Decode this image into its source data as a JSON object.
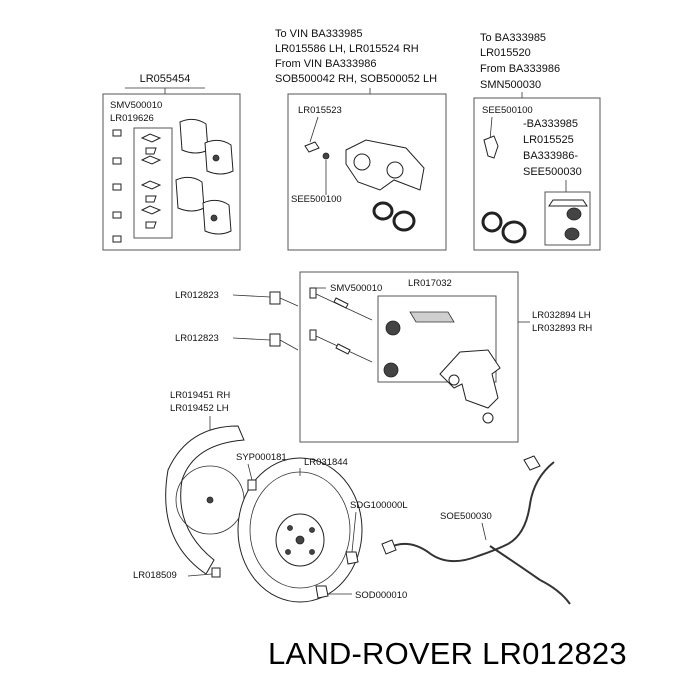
{
  "panel_pads": {
    "title": "LR055454",
    "labels": [
      "SMV500010",
      "LR019626"
    ]
  },
  "panel_caliper_lh": {
    "header": [
      "To VIN BA333985",
      "LR015586 LH, LR015524 RH",
      "From VIN BA333986",
      "SOB500042 RH, SOB500052 LH"
    ],
    "labels": [
      "LR015523",
      "SEE500100"
    ]
  },
  "panel_caliper_kit": {
    "header": [
      "To BA333985",
      "LR015520",
      "From BA333986",
      "SMN500030"
    ],
    "labels": [
      "SEE500100",
      "-BA333985",
      "LR015525",
      "BA333986-",
      "SEE500030"
    ]
  },
  "carrier": {
    "bolt_label_1": "LR012823",
    "bolt_label_2": "LR012823",
    "inner_labels": [
      "SMV500010",
      "LR017032"
    ],
    "side_label": [
      "LR032894 LH",
      "LR032893 RH"
    ]
  },
  "disc": {
    "shield_label": [
      "LR019451 RH",
      "LR019452 LH"
    ],
    "labels": [
      "SYP000181",
      "LR031844",
      "SDG100000L",
      "SOE500030",
      "LR018509",
      "SOD000010"
    ]
  },
  "footer": {
    "brand": "LAND-ROVER",
    "part_number": "LR012823"
  }
}
